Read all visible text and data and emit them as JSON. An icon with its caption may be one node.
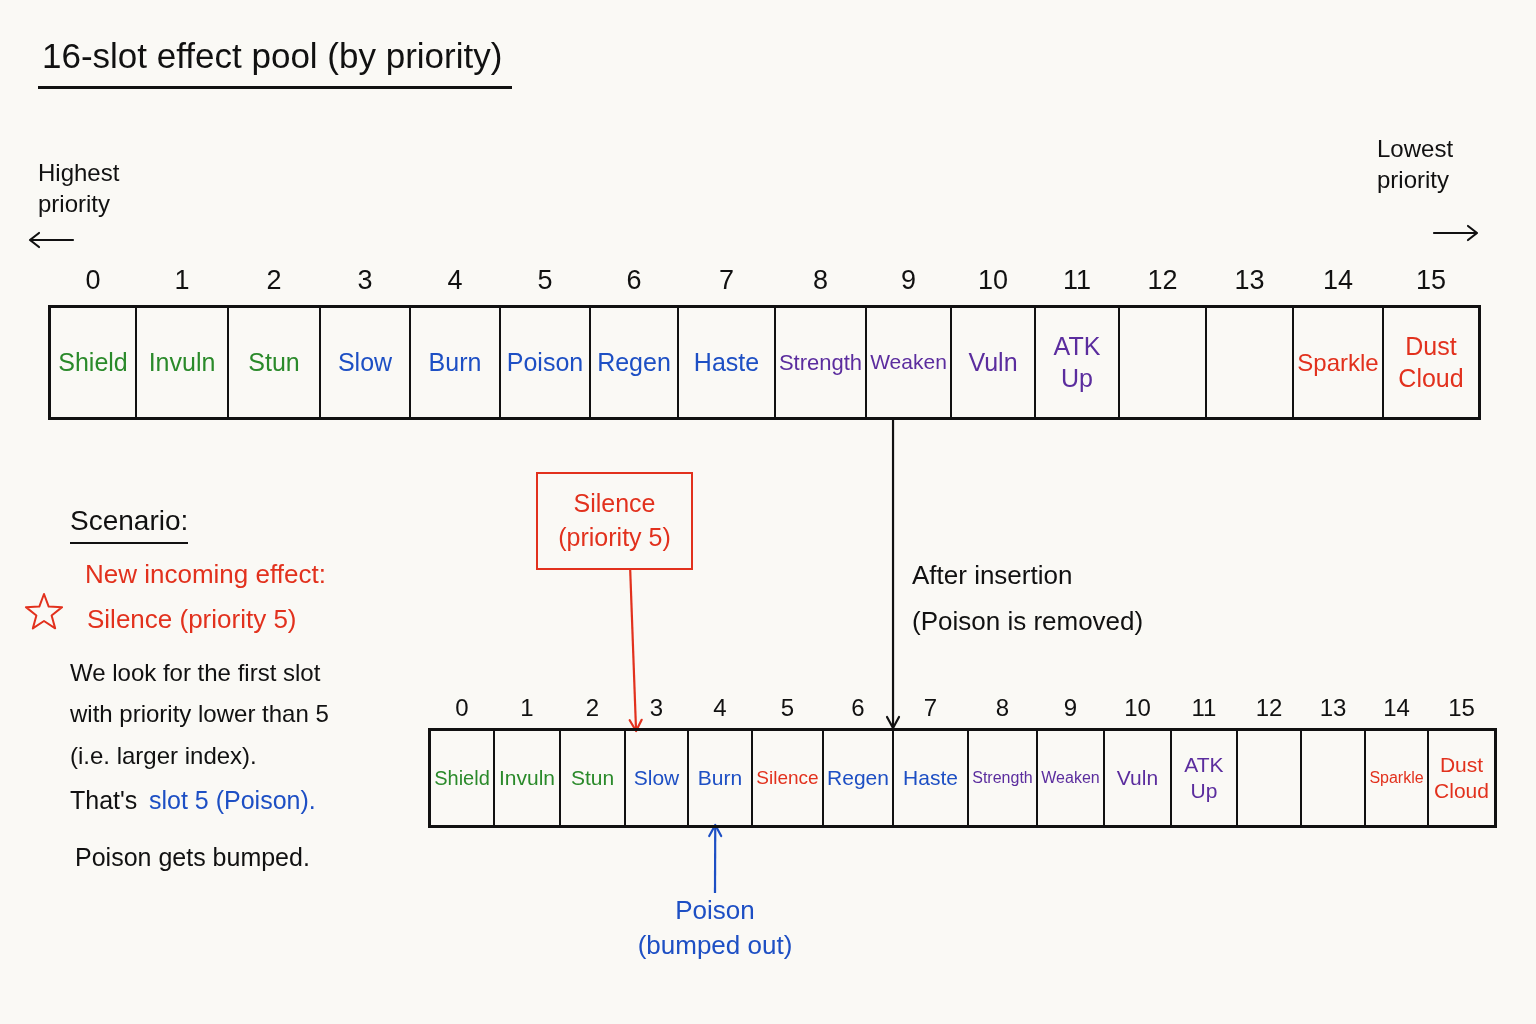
{
  "diagram": {
    "title": "16-slot effect pool (by priority)",
    "nodes": [
      {
        "text": [],
        "shape": "bar"
      },
      {
        "text": [
          "Shield"
        ],
        "in": 0,
        "beside": [
          "0"
        ]
      },
      {
        "text": [
          "Invuln"
        ],
        "in": 0,
        "beside": [
          "1"
        ]
      },
      {
        "text": [
          "Stun"
        ],
        "in": 0,
        "beside": [
          "2"
        ]
      },
      {
        "text": [
          "Slow"
        ],
        "in": 0,
        "beside": [
          "3"
        ]
      },
      {
        "text": [
          "Burn"
        ],
        "in": 0,
        "beside": [
          "4"
        ]
      },
      {
        "text": [
          "Poison"
        ],
        "in": 0,
        "beside": [
          "5"
        ]
      },
      {
        "text": [
          "Regen"
        ],
        "in": 0,
        "beside": [
          "6"
        ]
      },
      {
        "text": [
          "Haste"
        ],
        "in": 0,
        "beside": [
          "7"
        ]
      },
      {
        "text": [
          "Strength"
        ],
        "in": 0,
        "beside": [
          "8"
        ]
      },
      {
        "text": [
          "Weaken"
        ],
        "in": 0,
        "beside": [
          "9"
        ]
      },
      {
        "text": [
          "Vuln"
        ],
        "in": 0,
        "beside": [
          "10"
        ]
      },
      {
        "text": [
          "ATK Up"
        ],
        "in": 0,
        "beside": [
          "11"
        ]
      },
      {
        "text": [],
        "shape": "box",
        "in": 0,
        "beside": [
          "12"
        ]
      },
      {
        "text": [],
        "shape": "box",
        "in": 0,
        "beside": [
          "13"
        ]
      },
      {
        "text": [
          "Sparkle"
        ],
        "in": 0,
        "beside": [
          "14"
        ]
      },
      {
        "text": [
          "Dust Cloud"
        ],
        "in": 0,
        "beside": [
          "15"
        ]
      },
      {
        "text": [
          "Silence (priority 5)"
        ]
      },
      {
        "text": [],
        "shape": "bar"
      },
      {
        "text": [
          "Shield"
        ],
        "in": 18,
        "beside": [
          "0"
        ]
      },
      {
        "text": [
          "Invuln"
        ],
        "in": 18,
        "beside": [
          "1"
        ]
      },
      {
        "text": [
          "Stun"
        ],
        "in": 18,
        "beside": [
          "2"
        ]
      },
      {
        "text": [
          "Slow"
        ],
        "in": 18,
        "beside": [
          "3"
        ]
      },
      {
        "text": [
          "Burn"
        ],
        "in": 18,
        "beside": [
          "4"
        ]
      },
      {
        "text": [
          "Silence"
        ],
        "in": 18,
        "beside": [
          "5"
        ]
      },
      {
        "text": [
          "Regen"
        ],
        "in": 18,
        "beside": [
          "6"
        ]
      },
      {
        "text": [
          "Haste"
        ],
        "in": 18,
        "beside": [
          "7"
        ]
      },
      {
        "text": [
          "Strength"
        ],
        "in": 18,
        "beside": [
          "8"
        ]
      },
      {
        "text": [
          "Weaken"
        ],
        "in": 18,
        "beside": [
          "9"
        ]
      },
      {
        "text": [
          "Vuln"
        ],
        "in": 18,
        "beside": [
          "10"
        ]
      },
      {
        "text": [
          "ATK Up"
        ],
        "in": 18,
        "beside": [
          "11"
        ]
      },
      {
        "text": [],
        "shape": "box",
        "in": 18,
        "beside": [
          "12"
        ]
      },
      {
        "text": [],
        "shape": "box",
        "in": 18,
        "beside": [
          "13"
        ]
      },
      {
        "text": [
          "Sparkle"
        ],
        "in": 18,
        "beside": [
          "14"
        ]
      },
      {
        "text": [
          "Dust Cloud"
        ],
        "in": 18,
        "beside": [
          "15"
        ]
      },
      {
        "text": [
          "Poison (bumped out)"
        ]
      }
    ],
    "edges": [
      {
        "from": 17,
        "to": 22,
        "arrow": "to",
        "color": "#e2311d"
      },
      {
        "from": 0,
        "to": 18,
        "arrow": "to",
        "color": "#111111"
      },
      {
        "from": 35,
        "to": 23,
        "arrow": "to",
        "color": "#1d4fc4"
      }
    ],
    "labels": [
      "Highest priority",
      "Lowest priority",
      "Scenario:",
      "New incoming effect:",
      "Silence (priority 5)",
      "After insertion (Poison is removed)",
      "We look for the first slot with priority lower than 5 (i.e. larger index).",
      "That's",
      "slot 5 (Poison).",
      "Poison gets bumped."
    ]
  }
}
